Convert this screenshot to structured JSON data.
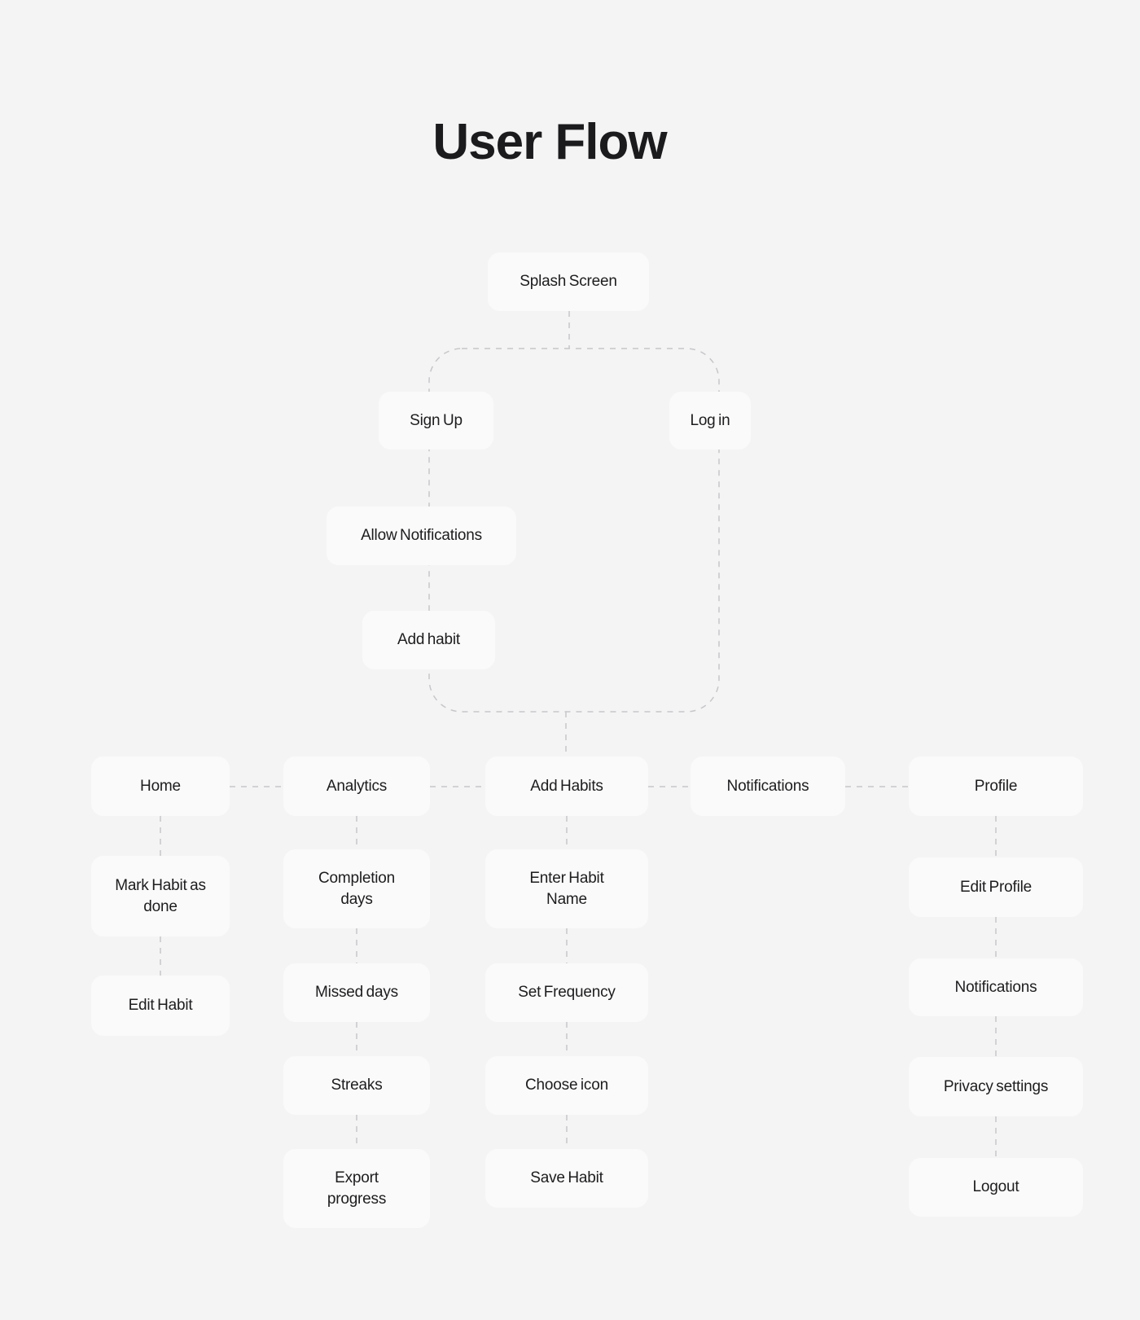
{
  "title": "User Flow",
  "colors": {
    "background": "#f4f4f5",
    "node_fill": "#fafafa",
    "connector": "#c7c7c9",
    "text": "#1d1d1f"
  },
  "onboarding": {
    "splash": {
      "label": "Splash Screen"
    },
    "sign_up": {
      "label": "Sign Up"
    },
    "log_in": {
      "label": "Log in"
    },
    "allow_notifications": {
      "label": "Allow Notifications"
    },
    "add_habit": {
      "label": "Add habit"
    }
  },
  "main_nav": {
    "home": {
      "label": "Home"
    },
    "analytics": {
      "label": "Analytics"
    },
    "add_habits": {
      "label": "Add Habits"
    },
    "notifications": {
      "label": "Notifications"
    },
    "profile": {
      "label": "Profile"
    }
  },
  "home_flow": {
    "mark_habit_done": {
      "label": "Mark Habit as done"
    },
    "edit_habit": {
      "label": "Edit Habit"
    }
  },
  "analytics_flow": {
    "completion_days": {
      "label": "Completion days"
    },
    "missed_days": {
      "label": "Missed days"
    },
    "streaks": {
      "label": "Streaks"
    },
    "export_progress": {
      "label": "Export progress"
    }
  },
  "add_habits_flow": {
    "enter_habit_name": {
      "label": "Enter Habit Name"
    },
    "set_frequency": {
      "label": "Set Frequency"
    },
    "choose_icon": {
      "label": "Choose icon"
    },
    "save_habit": {
      "label": "Save Habit"
    }
  },
  "profile_flow": {
    "edit_profile": {
      "label": "Edit Profile"
    },
    "notifications": {
      "label": "Notifications"
    },
    "privacy_settings": {
      "label": "Privacy settings"
    },
    "logout": {
      "label": "Logout"
    }
  }
}
